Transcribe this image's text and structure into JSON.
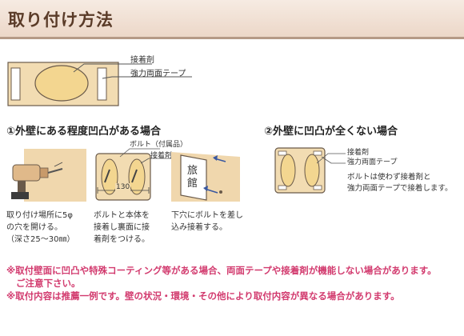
{
  "header": {
    "title": "取り付け方法"
  },
  "top_diagram": {
    "label_adhesive": "接着剤",
    "label_tape": "強力両面テープ"
  },
  "section1": {
    "heading": "①外壁にある程度凹凸がある場合",
    "label_bolt": "ボルト（付属品）",
    "label_adhesive": "接着剤",
    "dimension": "130",
    "sign_text": "旅館",
    "step1_caption": [
      "取り付け場所に5φ",
      "の穴を開ける。",
      "（深さ25～30㎜）"
    ],
    "step2_caption": [
      "ボルトと本体を",
      "接着し裏面に接",
      "着剤をつける。"
    ],
    "step3_caption": [
      "下穴にボルトを差し",
      "込み接着する。"
    ]
  },
  "section2": {
    "heading": "②外壁に凹凸が全くない場合",
    "label_adhesive": "接着剤",
    "label_tape": "強力両面テープ",
    "note": [
      "ボルトは使わず接着剤と",
      "強力両面テープで接着します。"
    ]
  },
  "notes": [
    "※取付壁面に凹凸や特殊コーティング等がある場合、両面テープや接着剤が機能しない場合があります。",
    "ご注意下さい。",
    "※取付内容は推薦一例です。壁の状況・環境・その他により取付内容が異なる場合があります。"
  ],
  "colors": {
    "header_bg": "#ecd7c8",
    "header_text": "#5a3b28",
    "plate_fill": "#f2dcb2",
    "oval_fill": "#f3d690",
    "outline": "#6a5a4a",
    "note_text": "#d23a6e"
  }
}
